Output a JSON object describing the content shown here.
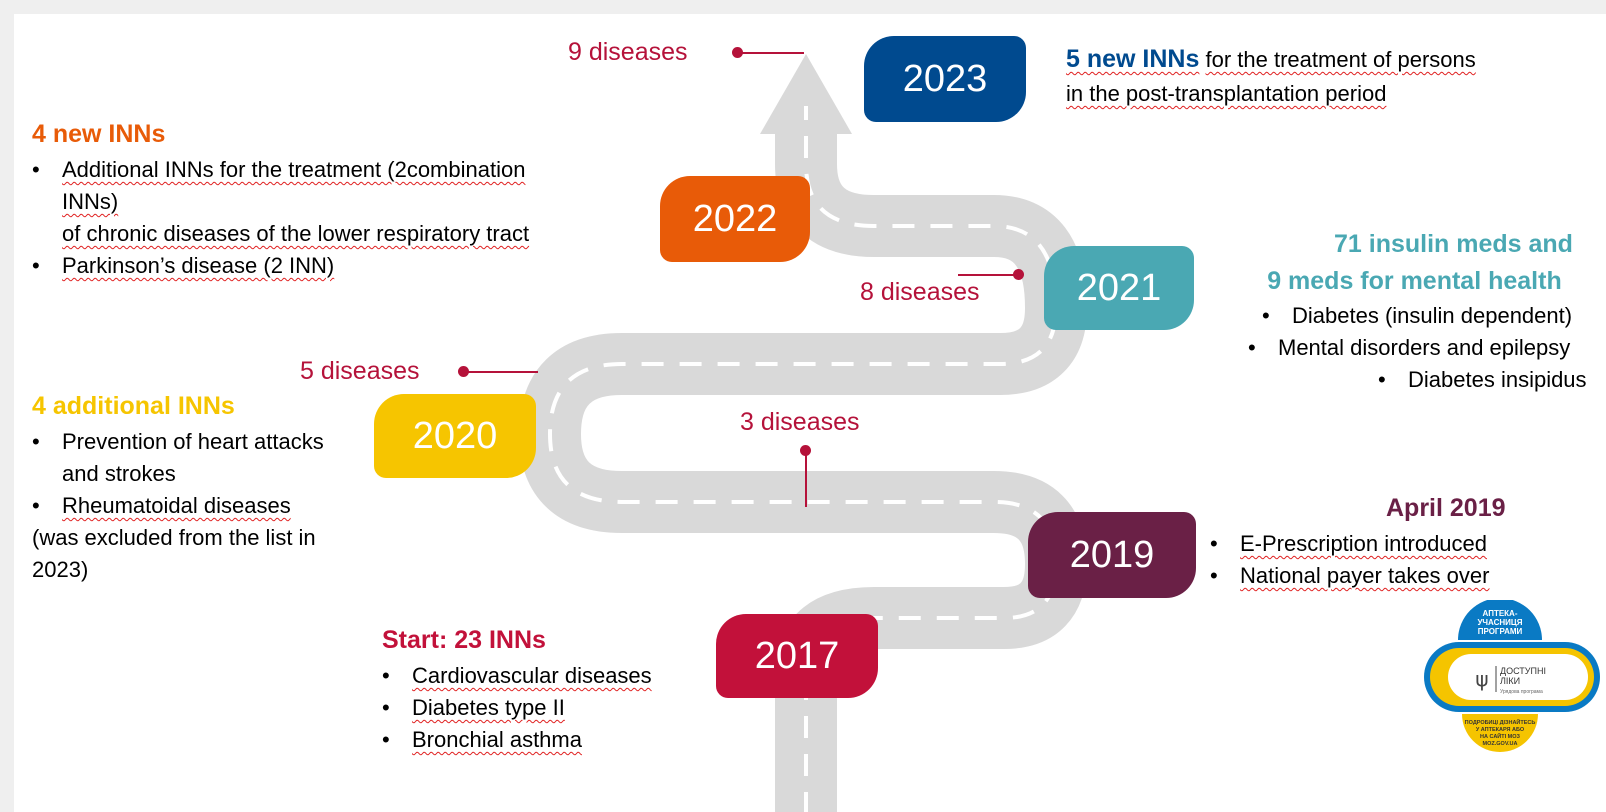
{
  "colors": {
    "y2017": "#c2113a",
    "y2019": "#6a2046",
    "y2020": "#f6c500",
    "y2021": "#4aa8b3",
    "y2022": "#e85b08",
    "y2023": "#004a8f",
    "road": "#d9d9d9",
    "disease": "#b5123a"
  },
  "milestones": {
    "y2017": {
      "year": "2017",
      "heading": "Start: 23 INNs",
      "items": [
        "Cardiovascular diseases",
        "Diabetes type II",
        "Bronchial asthma"
      ]
    },
    "y2019": {
      "year": "2019",
      "heading": "April 2019",
      "items": [
        "E-Prescription introduced",
        "National payer takes over"
      ]
    },
    "y2020": {
      "year": "2020",
      "heading": "4 additional INNs",
      "items": [
        "Prevention of heart attacks",
        "and strokes",
        "Rheumatoidal diseases"
      ],
      "note_1": "(was excluded from the list in",
      "note_2": "2023)"
    },
    "y2021": {
      "year": "2021",
      "heading_1": "71 insulin meds and",
      "heading_2": "9 meds for mental health",
      "items": [
        "Diabetes (insulin dependent)",
        "Mental disorders and epilepsy",
        "Diabetes insipidus"
      ]
    },
    "y2022": {
      "year": "2022",
      "heading": "4 new INNs",
      "item1_l1": "Additional INNs for the treatment (2combination",
      "item1_l2": "INNs)",
      "item1_l3": "of  chronic diseases of the lower respiratory tract",
      "item2": "Parkinson’s disease (2 INN)"
    },
    "y2023": {
      "year": "2023",
      "heading": "5 new INNs",
      "text_1": "for the treatment of persons",
      "text_2": "in the post-transplantation period"
    }
  },
  "disease_labels": {
    "d9": "9 diseases",
    "d8": "8 diseases",
    "d5": "5 diseases",
    "d3": "3 diseases"
  },
  "logo": {
    "top_1": "АПТЕКА-",
    "top_2": "УЧАСНИЦЯ",
    "top_3": "ПРОГРАМИ",
    "mid_1": "ДОСТУПНІ",
    "mid_2": "ЛІКИ",
    "mid_3": "Урядова програма",
    "bot_1": "ПОДРОБИЦІ ДІЗНАЙТЕСЬ",
    "bot_2": "У АПТЕКАРЯ АБО",
    "bot_3": "НА САЙТІ МОЗ",
    "bot_4": "MOZ.GOV.UA"
  }
}
